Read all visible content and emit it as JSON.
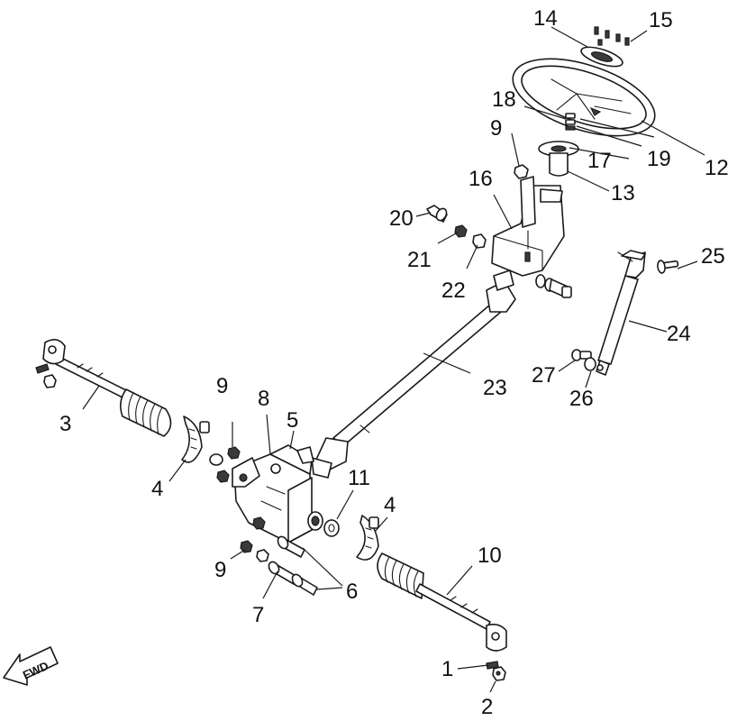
{
  "fwd_label": "FWD",
  "callouts": {
    "c1": "1",
    "c2": "2",
    "c3": "3",
    "c4a": "4",
    "c4b": "4",
    "c5": "5",
    "c6": "6",
    "c7": "7",
    "c8": "8",
    "c9a": "9",
    "c9b": "9",
    "c9c": "9",
    "c10": "10",
    "c11": "11",
    "c12": "12",
    "c13": "13",
    "c14": "14",
    "c15": "15",
    "c16": "16",
    "c17": "17",
    "c18": "18",
    "c19": "19",
    "c20": "20",
    "c21": "21",
    "c22": "22",
    "c23": "23",
    "c24": "24",
    "c25": "25",
    "c26": "26",
    "c27": "27"
  }
}
